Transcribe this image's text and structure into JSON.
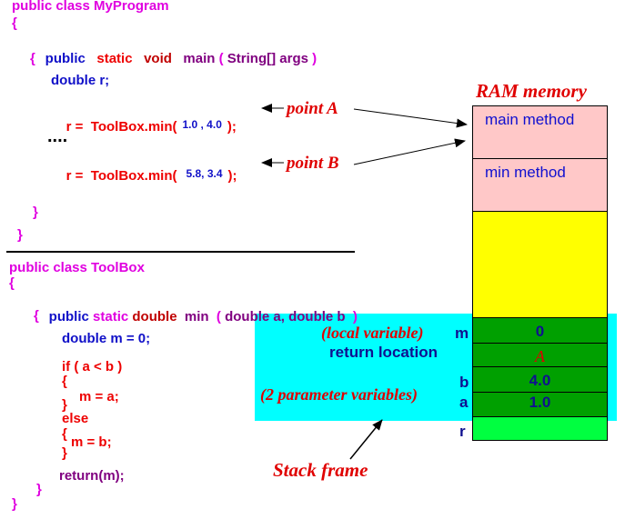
{
  "program": {
    "class_line": "public class MyProgram",
    "open_brace": "{",
    "main_sig": {
      "public": "public",
      "static": "static",
      "void": "void",
      "main": "main",
      "paren_open": "(",
      "params": "String[] args",
      "paren_close": ")"
    },
    "main_open": "{",
    "decl": "double r;",
    "callA": {
      "prefix": "r =",
      "call": "ToolBox.min(",
      "args": "1.0 , 4.0",
      "close": ");"
    },
    "dots": "....",
    "callB": {
      "prefix": "r =",
      "call": "ToolBox.min(",
      "args": "5.8, 3.4",
      "close": ");"
    },
    "main_close": "}",
    "class_close": "}"
  },
  "toolbox": {
    "class_line": "public class ToolBox",
    "open_brace": "{",
    "min_sig": {
      "public": "public",
      "static": "static",
      "double": "double",
      "min": "min",
      "paren_open": "(",
      "params": "double a, double b",
      "paren_close": ")"
    },
    "min_open": "{",
    "decl": "double m = 0;",
    "if_line": "if ( a < b )",
    "if_open": "{",
    "assign_a": "m = a;",
    "if_close": "}",
    "else": "else",
    "else_open": "{",
    "assign_b": "m = b;",
    "else_close": "}",
    "return": "return(m);",
    "min_close": "}",
    "class_close": "}"
  },
  "annotations": {
    "point_a": "point A",
    "point_b": "point B",
    "ram_title": "RAM memory",
    "local_variable": "(local variable)",
    "return_location": "return location",
    "param_variables": "(2 parameter variables)",
    "stack_frame": "Stack frame"
  },
  "memory": {
    "main_method": "main method",
    "min_method": "min method",
    "labels": {
      "m": "m",
      "b": "b",
      "a": "a",
      "r": "r"
    },
    "values": {
      "m": "0",
      "return": "A",
      "b": "4.0",
      "a": "1.0"
    }
  },
  "colors": {
    "ram_pink": "#ffc8c8",
    "ram_yellow": "#ffff00",
    "stack_green": "#00a000",
    "r_green": "#00ff40",
    "stack_cyan": "#00ffff"
  }
}
